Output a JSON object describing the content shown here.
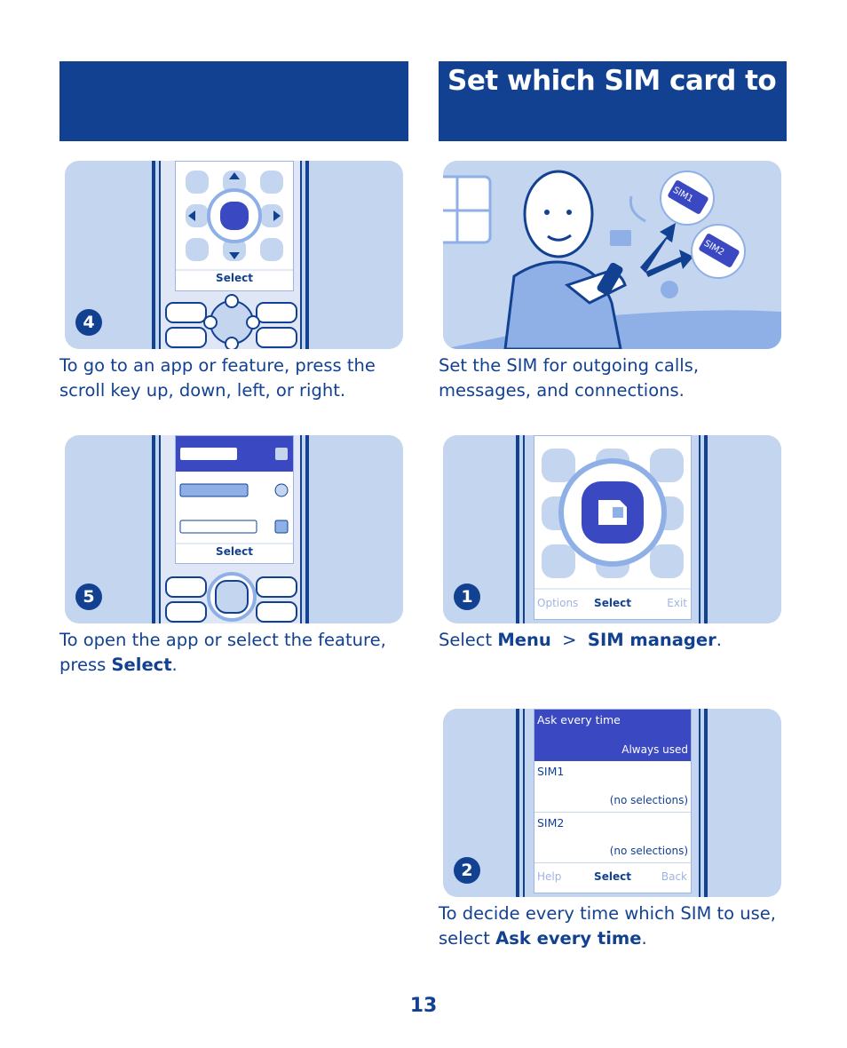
{
  "header": {
    "title": "Set which SIM card to use"
  },
  "steps": {
    "four": {
      "num": "4",
      "softkey": "Select",
      "caption": "To go to an app or feature, press the scroll key up, down, left, or right."
    },
    "five": {
      "num": "5",
      "softkey": "Select",
      "caption_pre": "To open the app or select the feature, press ",
      "caption_bold": "Select",
      "caption_post": "."
    },
    "intro": {
      "caption": "Set the SIM for outgoing calls, messages, and connections.",
      "sim1_label": "SIM1",
      "sim2_label": "SIM2"
    },
    "one": {
      "num": "1",
      "soft_left": "Options",
      "soft_mid": "Select",
      "soft_right": "Exit",
      "caption_pre": "Select ",
      "caption_bold1": "Menu",
      "caption_sep": "  >  ",
      "caption_bold2": "SIM manager",
      "caption_post": "."
    },
    "two": {
      "num": "2",
      "rows": [
        {
          "title": "Ask every time",
          "value": "Always used"
        },
        {
          "title": "SIM1",
          "value": "(no selections)"
        },
        {
          "title": "SIM2",
          "value": "(no selections)"
        }
      ],
      "soft_left": "Help",
      "soft_mid": "Select",
      "soft_right": "Back",
      "caption_pre": "To decide every time which SIM to use, select ",
      "caption_bold": "Ask every time",
      "caption_post": "."
    }
  },
  "page": {
    "number": "13"
  },
  "colors": {
    "brand_blue": "#124191",
    "card_bg": "#c4d5f0",
    "highlight": "#3a49c2"
  }
}
